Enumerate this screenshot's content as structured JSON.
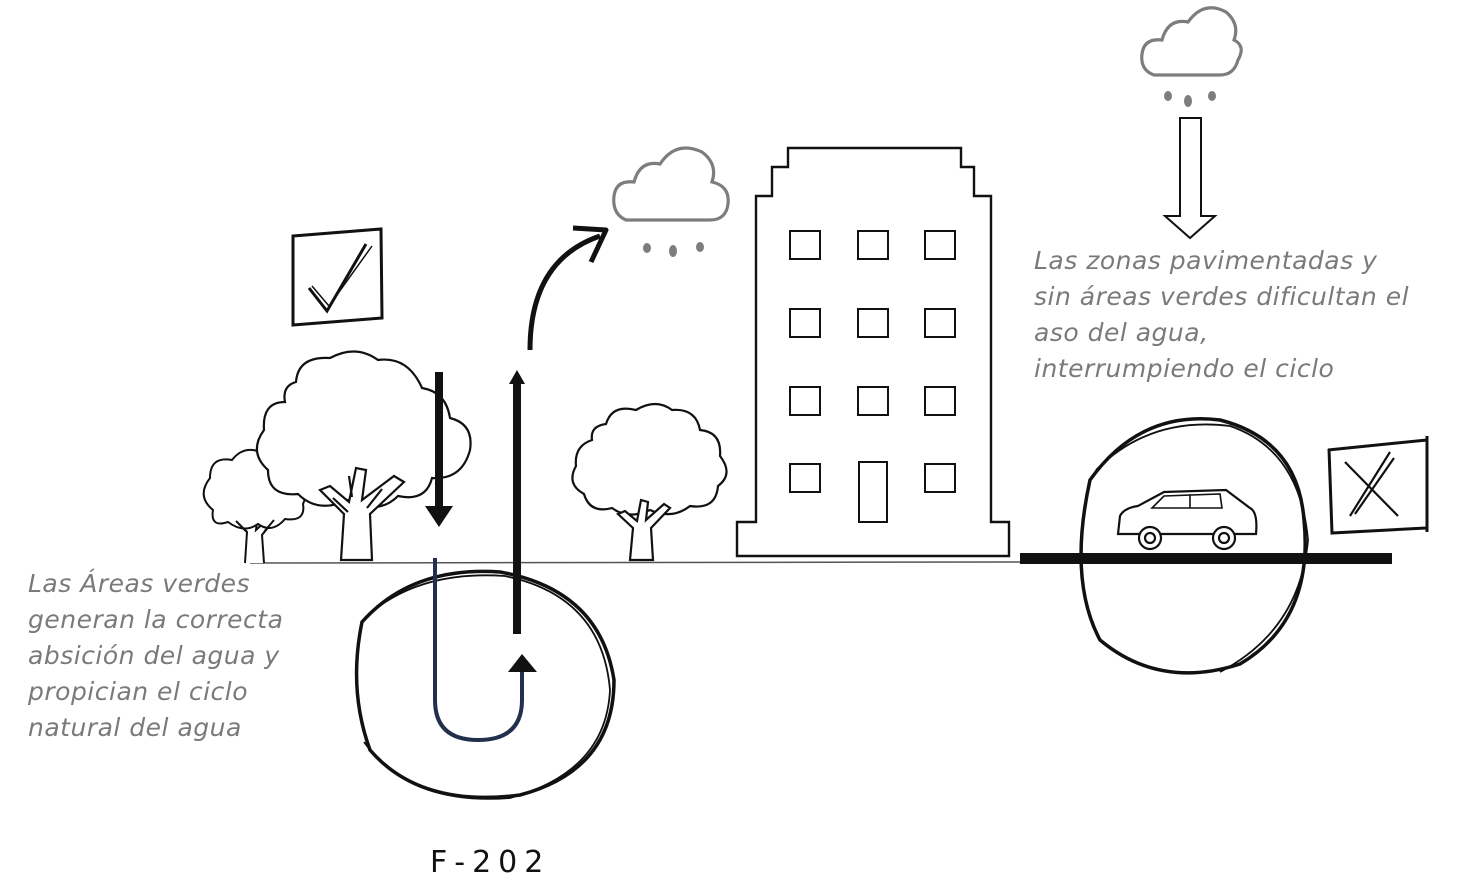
{
  "notes": {
    "left": {
      "lines": [
        "Las Áreas verdes",
        "generan  la correcta",
        "absición  del agua y",
        "propician el ciclo",
        "natural del agua"
      ]
    },
    "right": {
      "lines": [
        "Las zonas pavimentadas y",
        "sin áreas verdes dificultan el",
        "aso del agua,",
        "interrumpiendo el ciclo"
      ]
    }
  },
  "figure_code": "F-202",
  "colors": {
    "ink": "#111111",
    "cloud": "#7d7d7d",
    "note_text": "#7a7a7a",
    "return_arrow": "#23304d"
  },
  "icons": [
    "checkmark-icon",
    "cross-icon",
    "cloud-rain-icon",
    "tree-icon",
    "building-icon",
    "car-icon"
  ]
}
